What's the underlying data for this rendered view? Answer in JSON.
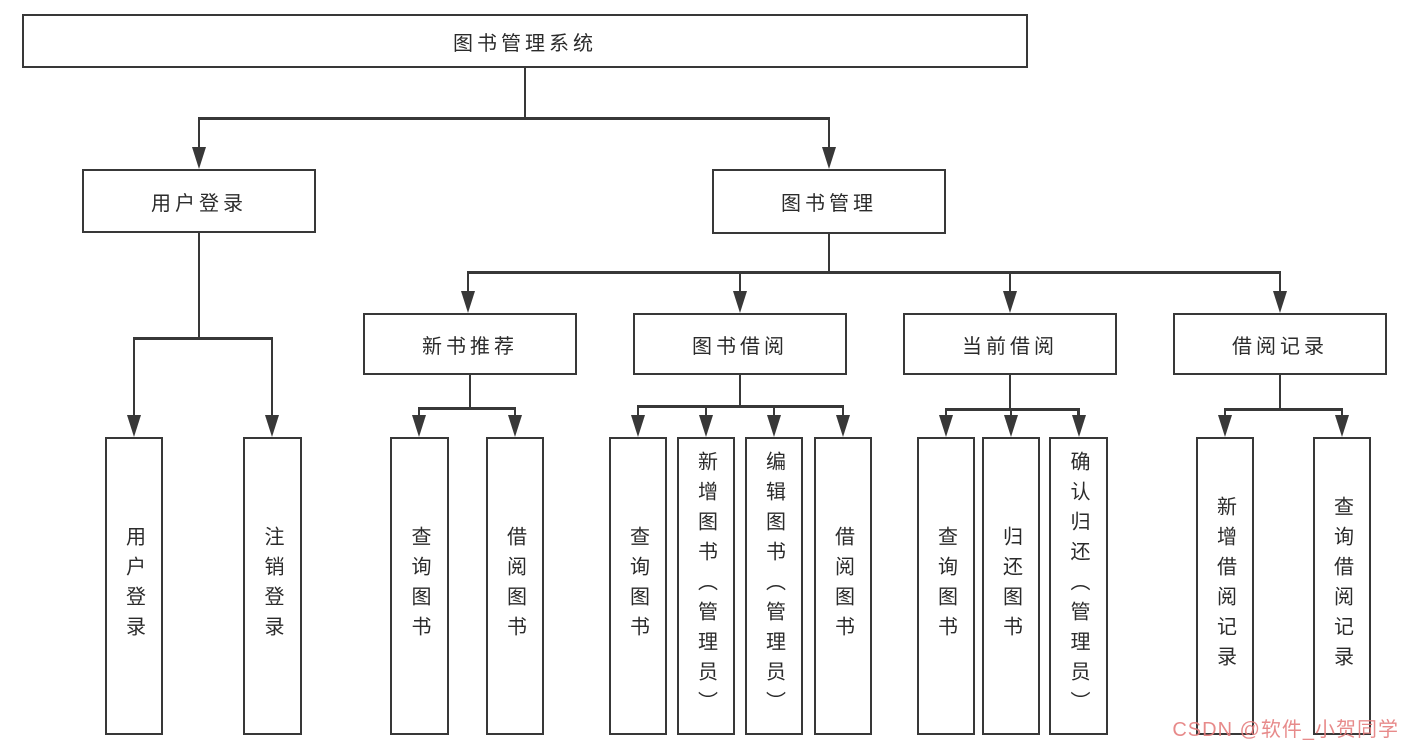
{
  "colors": {
    "line": "#383838",
    "box_background": "#ffffff",
    "text": "#2b2b2b",
    "watermark": "#e57e7e"
  },
  "watermark": {
    "text": "CSDN @软件_小贺同学"
  },
  "tree": {
    "label": "图书管理系统",
    "children": [
      {
        "label": "用户登录",
        "children": [
          {
            "label": "用户登录"
          },
          {
            "label": "注销登录"
          }
        ]
      },
      {
        "label": "图书管理",
        "children": [
          {
            "label": "新书推荐",
            "children": [
              {
                "label": "查询图书"
              },
              {
                "label": "借阅图书"
              }
            ]
          },
          {
            "label": "图书借阅",
            "children": [
              {
                "label": "查询图书"
              },
              {
                "label": "新增图书（管理员）"
              },
              {
                "label": "编辑图书（管理员）"
              },
              {
                "label": "借阅图书"
              }
            ]
          },
          {
            "label": "当前借阅",
            "children": [
              {
                "label": "查询图书"
              },
              {
                "label": "归还图书"
              },
              {
                "label": "确认归还（管理员）"
              }
            ]
          },
          {
            "label": "借阅记录",
            "children": [
              {
                "label": "新增借阅记录"
              },
              {
                "label": "查询借阅记录"
              }
            ]
          }
        ]
      }
    ]
  }
}
